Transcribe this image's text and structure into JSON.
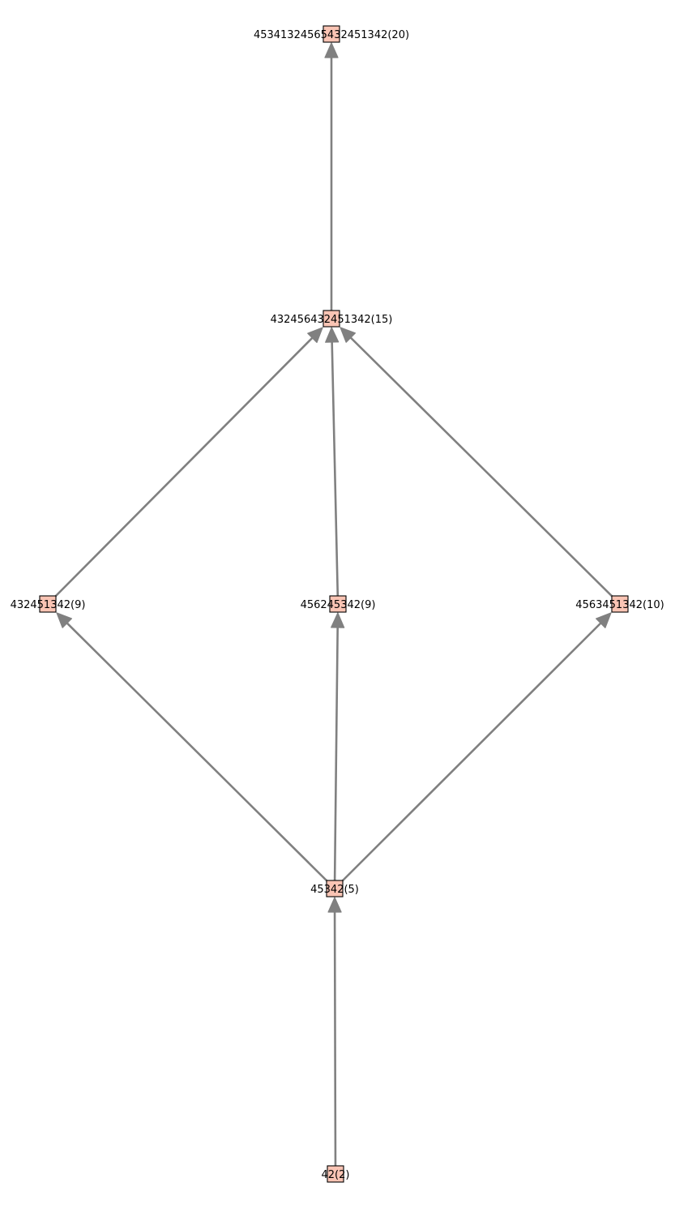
{
  "graph": {
    "node_color": "#fac4b4",
    "edge_color": "#808080",
    "nodes": [
      {
        "id": "n20",
        "label": "45341324565432451342(20)"
      },
      {
        "id": "n15",
        "label": "432456432451342(15)"
      },
      {
        "id": "n9a",
        "label": "432451342(9)"
      },
      {
        "id": "n9b",
        "label": "456245342(9)"
      },
      {
        "id": "n10",
        "label": "4563451342(10)"
      },
      {
        "id": "n5",
        "label": "45342(5)"
      },
      {
        "id": "n2",
        "label": "42(2)"
      }
    ],
    "edges": [
      {
        "from": "n2",
        "to": "n5"
      },
      {
        "from": "n5",
        "to": "n9a"
      },
      {
        "from": "n5",
        "to": "n9b"
      },
      {
        "from": "n5",
        "to": "n10"
      },
      {
        "from": "n9a",
        "to": "n15"
      },
      {
        "from": "n9b",
        "to": "n15"
      },
      {
        "from": "n10",
        "to": "n15"
      },
      {
        "from": "n15",
        "to": "n20"
      }
    ]
  }
}
